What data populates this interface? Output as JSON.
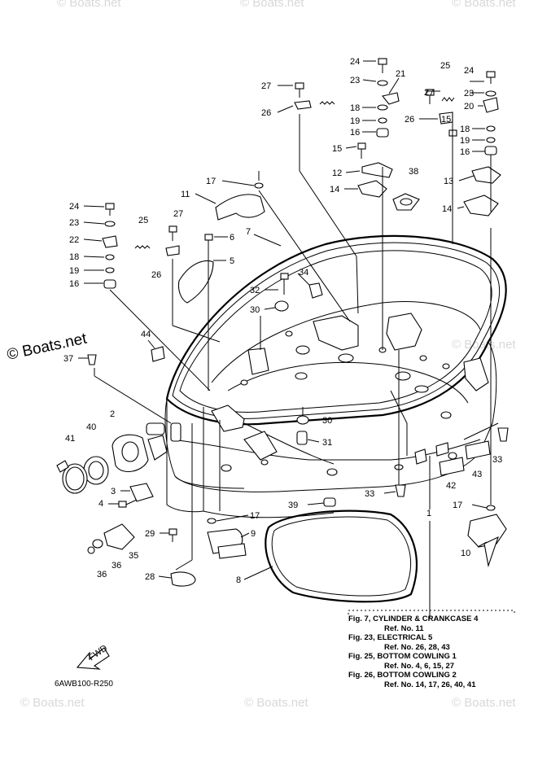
{
  "watermarks": {
    "main": "© Boats.net",
    "faint": "© Boats.net"
  },
  "diagram_code": "6AWB100-R250",
  "fwd_label": "FWD",
  "references": [
    {
      "fig": "Fig. 7, CYLINDER & CRANKCASE 4",
      "ref": "Ref. No. 11"
    },
    {
      "fig": "Fig. 23, ELECTRICAL 5",
      "ref": "Ref. No. 26, 28, 43"
    },
    {
      "fig": "Fig. 25, BOTTOM COWLING 1",
      "ref": "Ref. No. 4, 6, 15, 27"
    },
    {
      "fig": "Fig. 26, BOTTOM COWLING 2",
      "ref": "Ref. No. 14, 17, 26, 40, 41"
    }
  ],
  "callouts": [
    {
      "id": "24a",
      "label": "24"
    },
    {
      "id": "21",
      "label": "21"
    },
    {
      "id": "25a",
      "label": "25"
    },
    {
      "id": "24b",
      "label": "24"
    },
    {
      "id": "27a",
      "label": "27"
    },
    {
      "id": "23a",
      "label": "23"
    },
    {
      "id": "27b",
      "label": "27"
    },
    {
      "id": "23b",
      "label": "23"
    },
    {
      "id": "26a",
      "label": "26"
    },
    {
      "id": "18a",
      "label": "18"
    },
    {
      "id": "20",
      "label": "20"
    },
    {
      "id": "19a",
      "label": "19"
    },
    {
      "id": "26b",
      "label": "26"
    },
    {
      "id": "16a",
      "label": "16"
    },
    {
      "id": "18b",
      "label": "18"
    },
    {
      "id": "19b",
      "label": "19"
    },
    {
      "id": "15a",
      "label": "15"
    },
    {
      "id": "15b",
      "label": "15"
    },
    {
      "id": "16b",
      "label": "16"
    },
    {
      "id": "12",
      "label": "12"
    },
    {
      "id": "38",
      "label": "38"
    },
    {
      "id": "14a",
      "label": "14"
    },
    {
      "id": "13",
      "label": "13"
    },
    {
      "id": "17a",
      "label": "17"
    },
    {
      "id": "11",
      "label": "11"
    },
    {
      "id": "14b",
      "label": "14"
    },
    {
      "id": "24c",
      "label": "24"
    },
    {
      "id": "27c",
      "label": "27"
    },
    {
      "id": "23c",
      "label": "23"
    },
    {
      "id": "25b",
      "label": "25"
    },
    {
      "id": "7",
      "label": "7"
    },
    {
      "id": "6",
      "label": "6"
    },
    {
      "id": "22",
      "label": "22"
    },
    {
      "id": "18c",
      "label": "18"
    },
    {
      "id": "5",
      "label": "5"
    },
    {
      "id": "26c",
      "label": "26"
    },
    {
      "id": "19c",
      "label": "19"
    },
    {
      "id": "34",
      "label": "34"
    },
    {
      "id": "16c",
      "label": "16"
    },
    {
      "id": "32",
      "label": "32"
    },
    {
      "id": "30a",
      "label": "30"
    },
    {
      "id": "44",
      "label": "44"
    },
    {
      "id": "37",
      "label": "37"
    },
    {
      "id": "2",
      "label": "2"
    },
    {
      "id": "30b",
      "label": "30"
    },
    {
      "id": "40",
      "label": "40"
    },
    {
      "id": "41",
      "label": "41"
    },
    {
      "id": "31",
      "label": "31"
    },
    {
      "id": "33a",
      "label": "33"
    },
    {
      "id": "3",
      "label": "3"
    },
    {
      "id": "43",
      "label": "43"
    },
    {
      "id": "42",
      "label": "42"
    },
    {
      "id": "4",
      "label": "4"
    },
    {
      "id": "33b",
      "label": "33"
    },
    {
      "id": "39",
      "label": "39"
    },
    {
      "id": "17b",
      "label": "17"
    },
    {
      "id": "1",
      "label": "1"
    },
    {
      "id": "17c",
      "label": "17"
    },
    {
      "id": "29",
      "label": "29"
    },
    {
      "id": "9",
      "label": "9"
    },
    {
      "id": "35",
      "label": "35"
    },
    {
      "id": "36a",
      "label": "36"
    },
    {
      "id": "10",
      "label": "10"
    },
    {
      "id": "36b",
      "label": "36"
    },
    {
      "id": "28",
      "label": "28"
    },
    {
      "id": "8",
      "label": "8"
    }
  ]
}
